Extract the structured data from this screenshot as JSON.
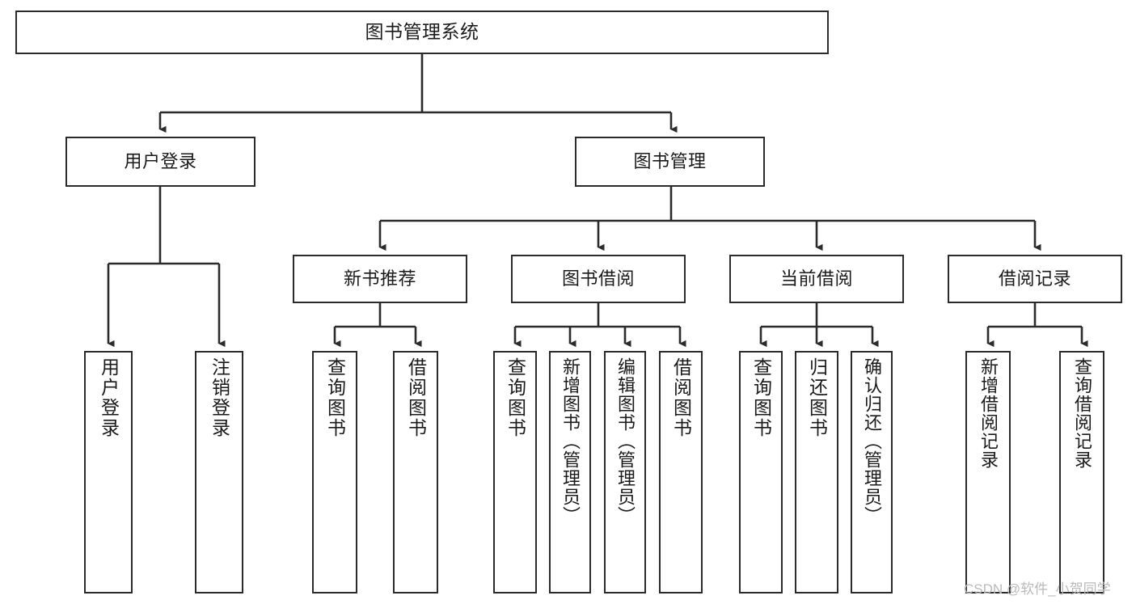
{
  "diagram": {
    "title": "图书管理系统",
    "type": "tree-hierarchy",
    "colors": {
      "box_border": "#2b2b2b",
      "box_fill": "#ffffff",
      "connector": "#2b2b2b",
      "text": "#1a1a1a",
      "watermark": "#b9b9b9"
    },
    "levels": {
      "root": "图书管理系统",
      "level2": [
        "用户登录",
        "图书管理"
      ],
      "level3": [
        "新书推荐",
        "图书借阅",
        "当前借阅",
        "借阅记录"
      ]
    },
    "nodes": {
      "root": {
        "label": "图书管理系统"
      },
      "user_login": {
        "label": "用户登录"
      },
      "book_manage": {
        "label": "图书管理"
      },
      "new_book_rec": {
        "label": "新书推荐"
      },
      "book_borrow": {
        "label": "图书借阅"
      },
      "current_borrow": {
        "label": "当前借阅"
      },
      "borrow_record": {
        "label": "借阅记录"
      },
      "leaf_user_login": {
        "label": "用户登录"
      },
      "leaf_logout": {
        "label": "注销登录"
      },
      "leaf_query_book_1": {
        "label": "查询图书"
      },
      "leaf_borrow_book_1": {
        "label": "借阅图书"
      },
      "leaf_query_book_2": {
        "label": "查询图书"
      },
      "leaf_add_book_admin": {
        "label": "新增图书（管理员）"
      },
      "leaf_edit_book_admin": {
        "label": "编辑图书（管理员）"
      },
      "leaf_borrow_book_2": {
        "label": "借阅图书"
      },
      "leaf_query_book_3": {
        "label": "查询图书"
      },
      "leaf_return_book": {
        "label": "归还图书"
      },
      "leaf_confirm_return_admin": {
        "label": "确认归还（管理员）"
      },
      "leaf_add_borrow_record": {
        "label": "新增借阅记录"
      },
      "leaf_query_borrow_record": {
        "label": "查询借阅记录"
      }
    }
  },
  "watermark": {
    "text": "CSDN @软件_小贺同学"
  }
}
